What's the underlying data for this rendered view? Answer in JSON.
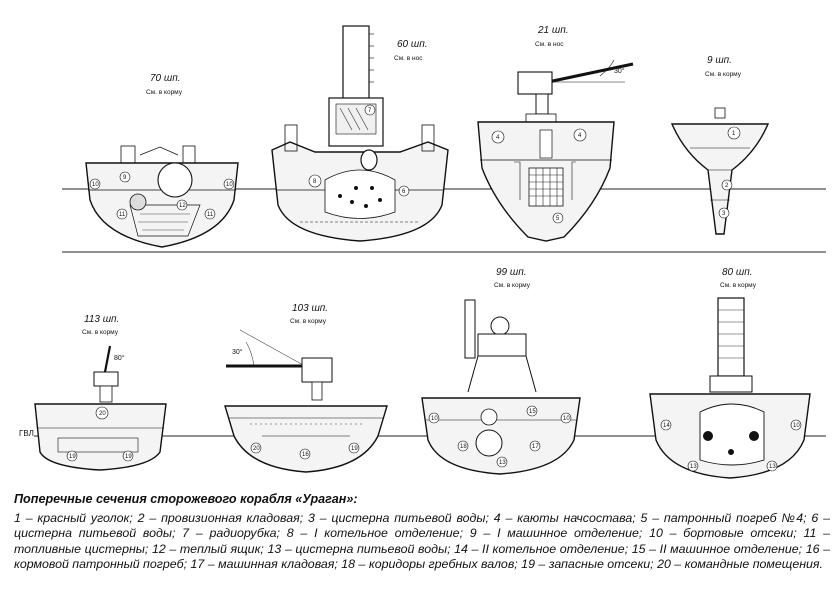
{
  "sections": {
    "s70": {
      "frame": "70 шп.",
      "direction": "См. в корму"
    },
    "s60": {
      "frame": "60 шп.",
      "direction": "См. в нос"
    },
    "s21": {
      "frame": "21 шп.",
      "direction": "См. в нос",
      "gun_angle": "30°"
    },
    "s9": {
      "frame": "9 шп.",
      "direction": "См. в корму"
    },
    "s113": {
      "frame": "113 шп.",
      "direction": "См. в корму",
      "gun_angle": "80°"
    },
    "s103": {
      "frame": "103 шп.",
      "direction": "См. в корму",
      "gun_angle": "30°"
    },
    "s99": {
      "frame": "99 шп.",
      "direction": "См. в корму"
    },
    "s80": {
      "frame": "80 шп.",
      "direction": "См. в корму"
    }
  },
  "waterline_label": "ГВЛ",
  "compartment_numbers": {
    "n1": "1",
    "n2": "2",
    "n3": "3",
    "n4": "4",
    "n5": "5",
    "n6": "6",
    "n7": "7",
    "n8": "8",
    "n9": "9",
    "n10": "10",
    "n11": "11",
    "n12": "12",
    "n13": "13",
    "n14": "14",
    "n15": "15",
    "n16": "16",
    "n17": "17",
    "n18": "18",
    "n19": "19",
    "n20": "20"
  },
  "caption": {
    "title": "Поперечные сечения сторожевого корабля «Ураган»:",
    "body": "1 – красный уголок; 2 – провизионная кладовая; 3 – цистерна питьевой воды; 4 – каюты начсостава; 5 – патронный погреб №4; 6 – цистерна питьевой воды; 7 – радиорубка; 8 – I котельное отделение; 9 – I машинное отделение; 10 – бортовые отсеки; 11 – топливные цистерны; 12 – теплый ящик; 13 – цистерна питьевой воды; 14 – II котельное отделение; 15 – II машинное отделение; 16 – кормовой патронный погреб; 17 – машинная кладовая; 18 – коридоры гребных валов; 19 – запасные отсеки; 20 – командные помещения."
  }
}
